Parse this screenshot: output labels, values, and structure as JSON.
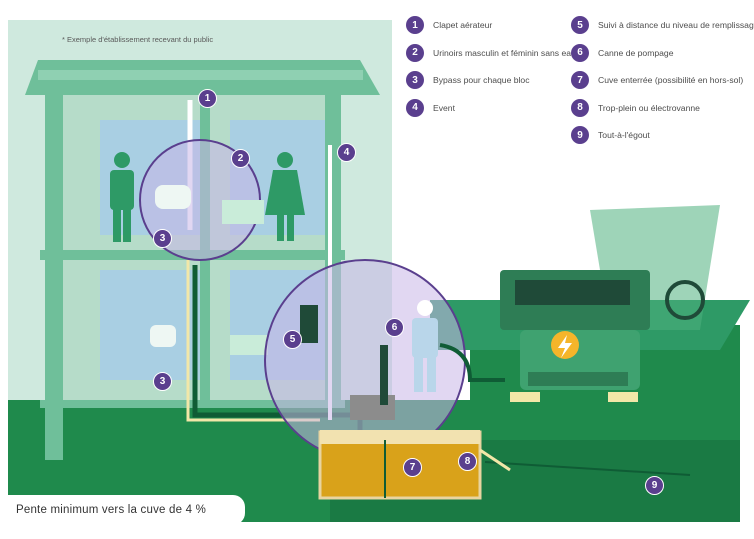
{
  "note": "* Exemple d'établissement recevant du public",
  "legend": [
    {
      "num": "1",
      "label": "Clapet aérateur"
    },
    {
      "num": "2",
      "label": "Urinoirs masculin et féminin sans eau"
    },
    {
      "num": "3",
      "label": "Bypass pour chaque bloc"
    },
    {
      "num": "4",
      "label": "Event"
    },
    {
      "num": "5",
      "label": "Suivi à distance du niveau de remplissage"
    },
    {
      "num": "6",
      "label": "Canne de pompage"
    },
    {
      "num": "7",
      "label": "Cuve enterrée (possibilité en hors-sol)"
    },
    {
      "num": "8",
      "label": "Trop-plein ou électrovanne"
    },
    {
      "num": "9",
      "label": "Tout-à-l'égout"
    }
  ],
  "slope_label": "Pente minimum vers la cuve de 4 %",
  "callouts": [
    "1",
    "2",
    "3",
    "3",
    "4",
    "5",
    "6",
    "7",
    "8",
    "9"
  ],
  "colors": {
    "building_light": "#c8e6da",
    "building_mid": "#6fbf9a",
    "building_dark": "#2e9a66",
    "ground": "#1f8a4c",
    "truck": "#2e7d55",
    "tank_fill": "#d9a21a",
    "accent": "#5a3f8e",
    "magnifier": "#c9b6e8"
  }
}
